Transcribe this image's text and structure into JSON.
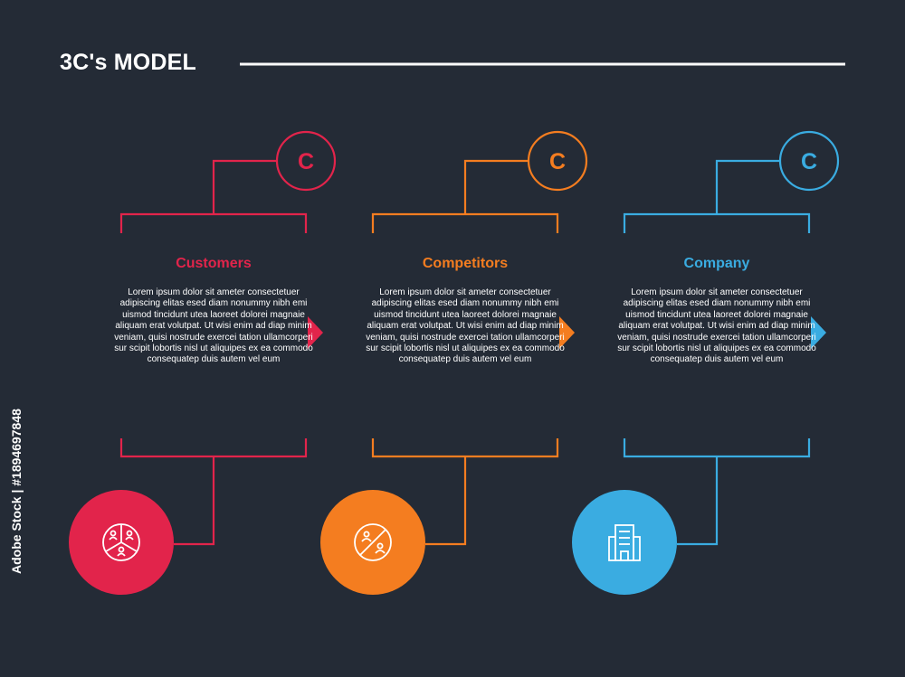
{
  "title": "3C's MODEL",
  "watermark": "Adobe Stock | #1894697848",
  "columns": [
    {
      "letter": "C",
      "heading": "Customers",
      "color": "#e2244b",
      "icon": "customers-segments-icon",
      "body": "Lorem ipsum dolor sit ameter consectetuer adipiscing elitas esed diam nonummy nibh emi uismod tincidunt utea laoreet dolorei magnaie aliquam erat volutpat. Ut wisi enim ad diap minim veniam, quisi nostrude exercei tation ullamcorperi sur scipit lobortis nisl ut aliquipes ex ea commodo consequatep duis autem vel eum"
    },
    {
      "letter": "C",
      "heading": "Competitors",
      "color": "#f47d20",
      "icon": "competitors-versus-icon",
      "body": "Lorem ipsum dolor sit ameter consectetuer adipiscing elitas esed diam nonummy nibh emi uismod tincidunt utea laoreet dolorei magnaie aliquam erat volutpat. Ut wisi enim ad diap minim veniam, quisi nostrude exercei tation ullamcorperi sur scipit lobortis nisl ut aliquipes ex ea commodo consequatep duis autem vel eum"
    },
    {
      "letter": "C",
      "heading": "Company",
      "color": "#3aace1",
      "icon": "company-building-icon",
      "body": "Lorem ipsum dolor sit ameter consectetuer adipiscing elitas esed diam nonummy nibh emi uismod tincidunt utea laoreet dolorei magnaie aliquam erat volutpat. Ut wisi enim ad diap minim veniam, quisi nostrude exercei tation ullamcorperi sur scipit lobortis nisl ut aliquipes ex ea commodo consequatep duis autem vel eum"
    }
  ]
}
